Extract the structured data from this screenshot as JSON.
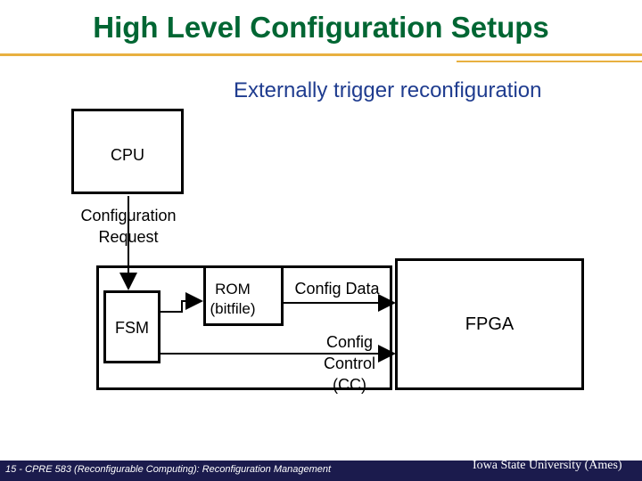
{
  "slide": {
    "title": "High Level Configuration Setups",
    "subtitle": "Externally trigger reconfiguration"
  },
  "diagram": {
    "cpu_label": "CPU",
    "config_request_label": [
      "Configuration",
      "Request"
    ],
    "fsm_label": "FSM",
    "rom_label": [
      "ROM",
      "(bitfile)"
    ],
    "config_data_label": "Config Data",
    "config_control_label": [
      "Config",
      "Control",
      "(CC)"
    ],
    "fpga_label": "FPGA"
  },
  "footer": {
    "text": "15 - CPRE 583 (Reconfigurable Computing): Reconfiguration Management",
    "university": "Iowa State University (Ames)"
  },
  "colors": {
    "title": "#006633",
    "subtitle": "#1f3c8f",
    "accent_rule": "#e8b040",
    "footer_bar": "#1b1b4d"
  }
}
